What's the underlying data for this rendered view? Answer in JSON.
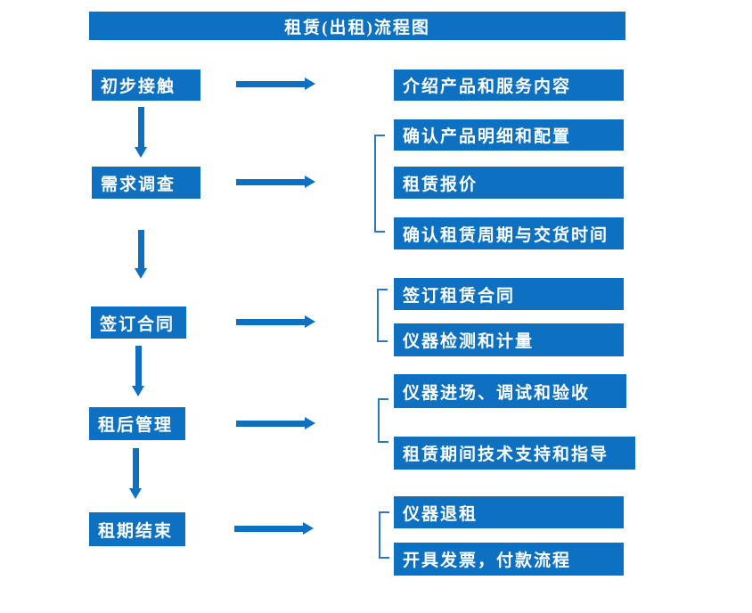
{
  "title": "租赁(出租)流程图",
  "colors": {
    "primary": "#0d70c0",
    "bracket": "#2b77c5",
    "text_on_primary": "#ffffff",
    "background": "#ffffff"
  },
  "steps": [
    {
      "label": "初步接触",
      "details": [
        "介绍产品和服务内容"
      ]
    },
    {
      "label": "需求调查",
      "details": [
        "确认产品明细和配置",
        "租赁报价",
        "确认租赁周期与交货时间"
      ]
    },
    {
      "label": "签订合同",
      "details": [
        "签订租赁合同",
        "仪器检测和计量"
      ]
    },
    {
      "label": "租后管理",
      "details": [
        "仪器进场、调试和验收",
        "租赁期间技术支持和指导"
      ]
    },
    {
      "label": "租期结束",
      "details": [
        "仪器退租",
        "开具发票，付款流程"
      ]
    }
  ]
}
